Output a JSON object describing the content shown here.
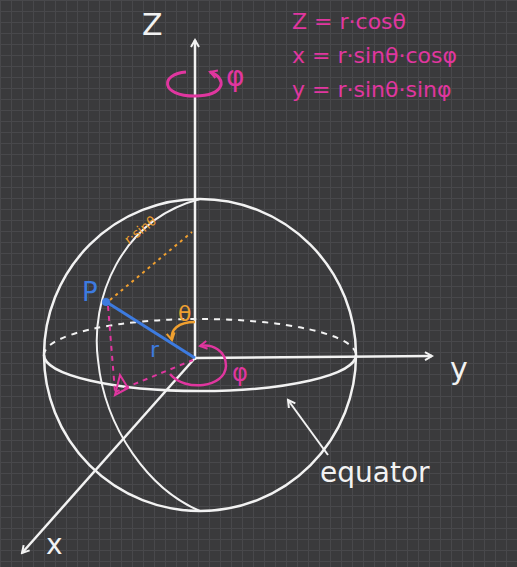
{
  "diagram": {
    "labels": [
      "Z",
      "φ",
      "Z = r·cosθ",
      "x = r·sinθ·cosφ",
      "y = r·sinθ·sinφ",
      "r·sinθ",
      "P",
      "r",
      "θ",
      "φ",
      "equator",
      "y",
      "x"
    ]
  }
}
